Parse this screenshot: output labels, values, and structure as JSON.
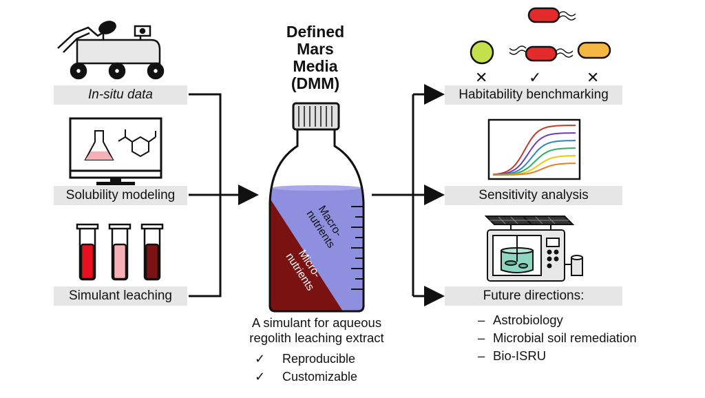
{
  "title": [
    "Defined",
    "Mars",
    "Media",
    "(DMM)"
  ],
  "inputs": {
    "in_situ": "In-situ data",
    "solubility": "Solubility modeling",
    "leaching": "Simulant leaching"
  },
  "bottle": {
    "macro_line1": "Macro-",
    "macro_line2": "nutrients",
    "micro_line1": "Micro-",
    "micro_line2": "nutrients",
    "colors": {
      "upper": "#8f8fe0",
      "lower": "#7a1212",
      "cap": "#e0e0e0"
    }
  },
  "caption": [
    "A simulant for aqueous",
    "regolith leaching extract"
  ],
  "properties": [
    {
      "mark": "✓",
      "label": "Reproducible"
    },
    {
      "mark": "✓",
      "label": "Customizable"
    }
  ],
  "outputs": {
    "habitability": "Habitability benchmarking",
    "sensitivity": "Sensitivity analysis",
    "future": "Future directions:"
  },
  "habitability_marks": [
    "✕",
    "✓",
    "✕"
  ],
  "future_items": [
    "Astrobiology",
    "Microbial soil remediation",
    "Bio-ISRU"
  ],
  "tube_colors": [
    "#e8101e",
    "#f4b0b4",
    "#7a1414"
  ],
  "curve_colors": [
    "#c0392b",
    "#6a3db8",
    "#2e86c1",
    "#27ae60",
    "#f1c40f",
    "#e67e22"
  ]
}
